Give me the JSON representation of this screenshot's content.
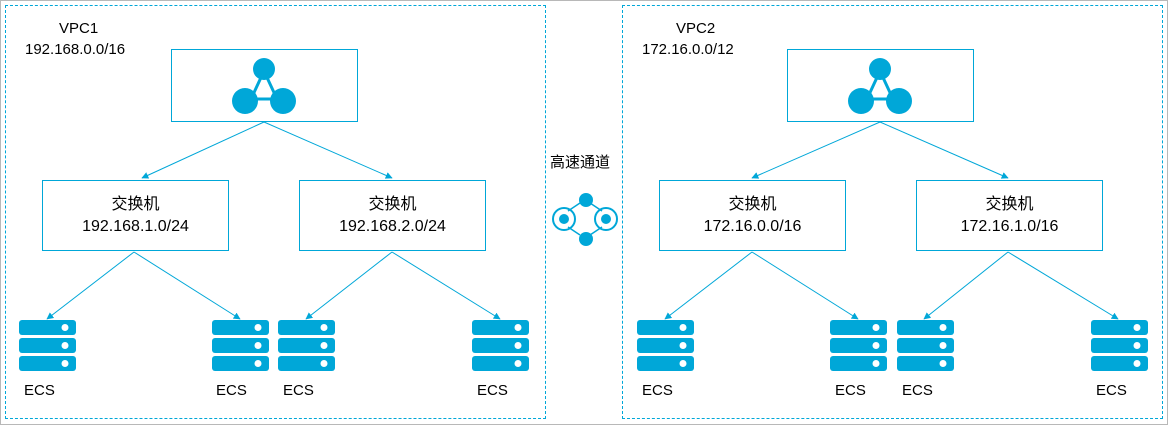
{
  "vpcs": [
    {
      "name": "VPC1",
      "cidr": "192.168.0.0/16",
      "switches": [
        {
          "label": "交换机",
          "cidr": "192.168.1.0/24",
          "ecs": [
            "ECS",
            "ECS"
          ]
        },
        {
          "label": "交换机",
          "cidr": "192.168.2.0/24",
          "ecs": [
            "ECS",
            "ECS"
          ]
        }
      ]
    },
    {
      "name": "VPC2",
      "cidr": "172.16.0.0/12",
      "switches": [
        {
          "label": "交换机",
          "cidr": "172.16.0.0/16",
          "ecs": [
            "ECS",
            "ECS"
          ]
        },
        {
          "label": "交换机",
          "cidr": "172.16.1.0/16",
          "ecs": [
            "ECS",
            "ECS"
          ]
        }
      ]
    }
  ],
  "channel": {
    "label": "高速通道"
  },
  "icons": {
    "router": "router-icon",
    "server": "server-icon",
    "channel": "express-connect-icon"
  },
  "colors": {
    "accent": "#00a7d8",
    "border": "#b8b8b8"
  }
}
